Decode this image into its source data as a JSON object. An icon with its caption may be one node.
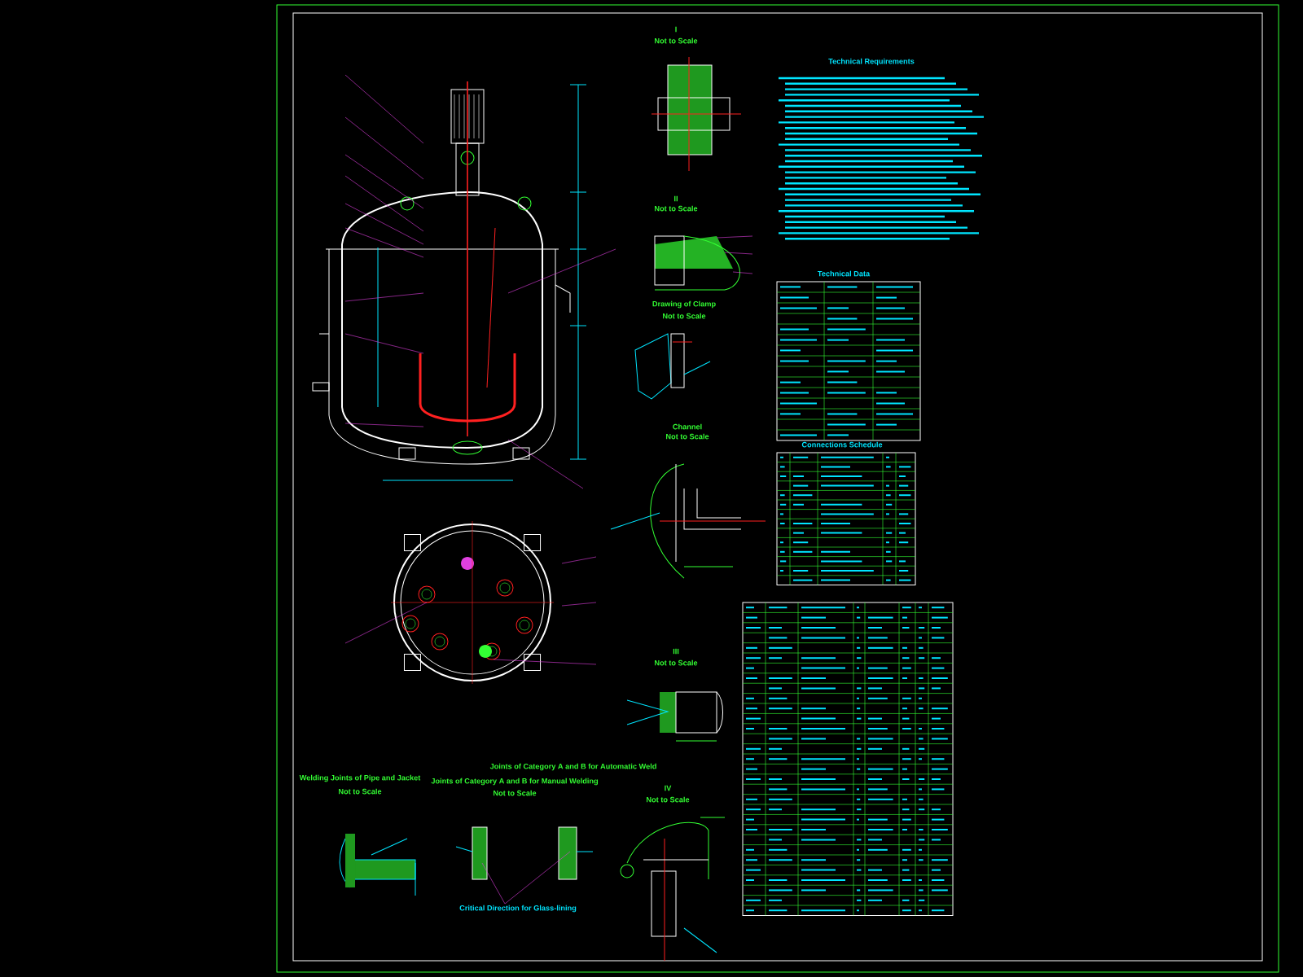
{
  "diagram": {
    "labels": [
      "Technical Requirements",
      "I",
      "Not to Scale",
      "II",
      "Not to Scale",
      "Drawing of Clamp",
      "Not to Scale",
      "Channel",
      "Not to Scale",
      "Technical Data",
      "Connections Schedule",
      "III",
      "Not to Scale",
      "Welding Joints of Pipe and Jacket",
      "Not to Scale",
      "Joints of Category A and B for Manual Welding",
      "Not to Scale",
      "Joints of Category A and B for Automatic Weld",
      "IV",
      "Not to Scale",
      "Critical Direction for Glass-lining"
    ]
  }
}
